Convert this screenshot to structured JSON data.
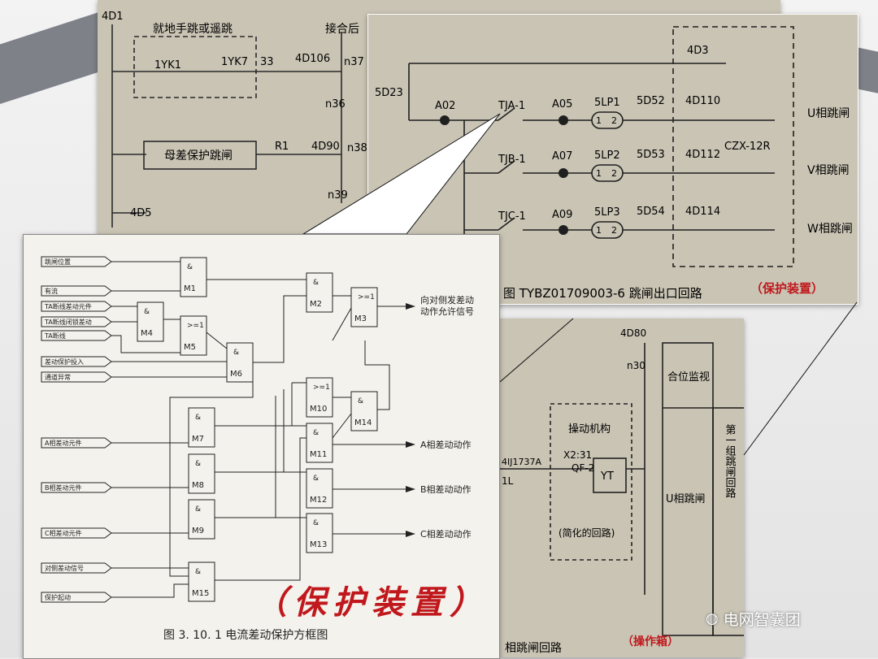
{
  "colors": {
    "accent_red": "#c0181c",
    "ink": "#222222",
    "paper": "#f4f2ec",
    "photo": "#c9c4b4"
  },
  "top_left_scan": {
    "labels": [
      "4D1",
      "就地手跳或遥跳",
      "1YK1",
      "1YK7",
      "33",
      "4D106",
      "接合后",
      "n37",
      "n36",
      "母差保护跳闸",
      "R1",
      "4D90",
      "n38",
      "n39",
      "4D5"
    ]
  },
  "trip_circuit": {
    "caption": "图 TYBZ01709003-6   跳闸出口回路",
    "tag": "（保护装置）",
    "labels": {
      "d5_23": "5D23",
      "a02": "A02",
      "d4_3": "4D3",
      "tja": "TJA-1",
      "tjb": "TJB-1",
      "tjc": "TJC-1",
      "a05": "A05",
      "a07": "A07",
      "a09": "A09",
      "lp1": "5LP1",
      "lp2": "5LP2",
      "lp3": "5LP3",
      "d52": "5D52",
      "d53": "5D53",
      "d54": "5D54",
      "d110": "4D110",
      "d112": "4D112",
      "d114": "4D114",
      "czx": "CZX-12R",
      "u": "U相跳闸",
      "v": "V相跳闸",
      "w": "W相跳闸",
      "one": "1",
      "two": "2"
    }
  },
  "operating_box": {
    "tag": "（操作箱）",
    "labels": {
      "d80": "4D80",
      "n30": "n30",
      "mon": "合位监视",
      "mech": "操动机构",
      "x2": "X2:31",
      "qf": "QF-2",
      "yt": "YT",
      "k1737": "4IJ1737A",
      "l1": "1L",
      "simp": "(简化的回路)",
      "u_trip": "U相跳闸",
      "group1": "第一组跳闸回路",
      "bottom": "相跳闸回路"
    }
  },
  "logic_diagram": {
    "caption": "图 3. 10. 1  电流差动保护方框图",
    "tag": "（保护装置）",
    "inputs": [
      "跳闸位置",
      "有流",
      "TA断线差动元件",
      "TA断线闭锁差动",
      "TA断线",
      "差动保护投入",
      "通道异常",
      "A相差动元件",
      "B相差动元件",
      "C相差动元件",
      "对侧差动信号",
      "保护起动"
    ],
    "outputs": [
      "向对侧发差动",
      "动作允许信号",
      "A相差动动作",
      "B相差动动作",
      "C相差动动作"
    ],
    "gates": [
      {
        "id": "M1",
        "op": "&"
      },
      {
        "id": "M2",
        "op": "&"
      },
      {
        "id": "M3",
        "op": ">=1"
      },
      {
        "id": "M4",
        "op": "&"
      },
      {
        "id": "M5",
        "op": ">=1"
      },
      {
        "id": "M6",
        "op": "&"
      },
      {
        "id": "M7",
        "op": "&"
      },
      {
        "id": "M8",
        "op": "&"
      },
      {
        "id": "M9",
        "op": "&"
      },
      {
        "id": "M10",
        "op": ">=1"
      },
      {
        "id": "M11",
        "op": "&"
      },
      {
        "id": "M12",
        "op": "&"
      },
      {
        "id": "M13",
        "op": "&"
      },
      {
        "id": "M14",
        "op": "&"
      },
      {
        "id": "M15",
        "op": "&"
      }
    ]
  },
  "watermark": "电网智囊团"
}
